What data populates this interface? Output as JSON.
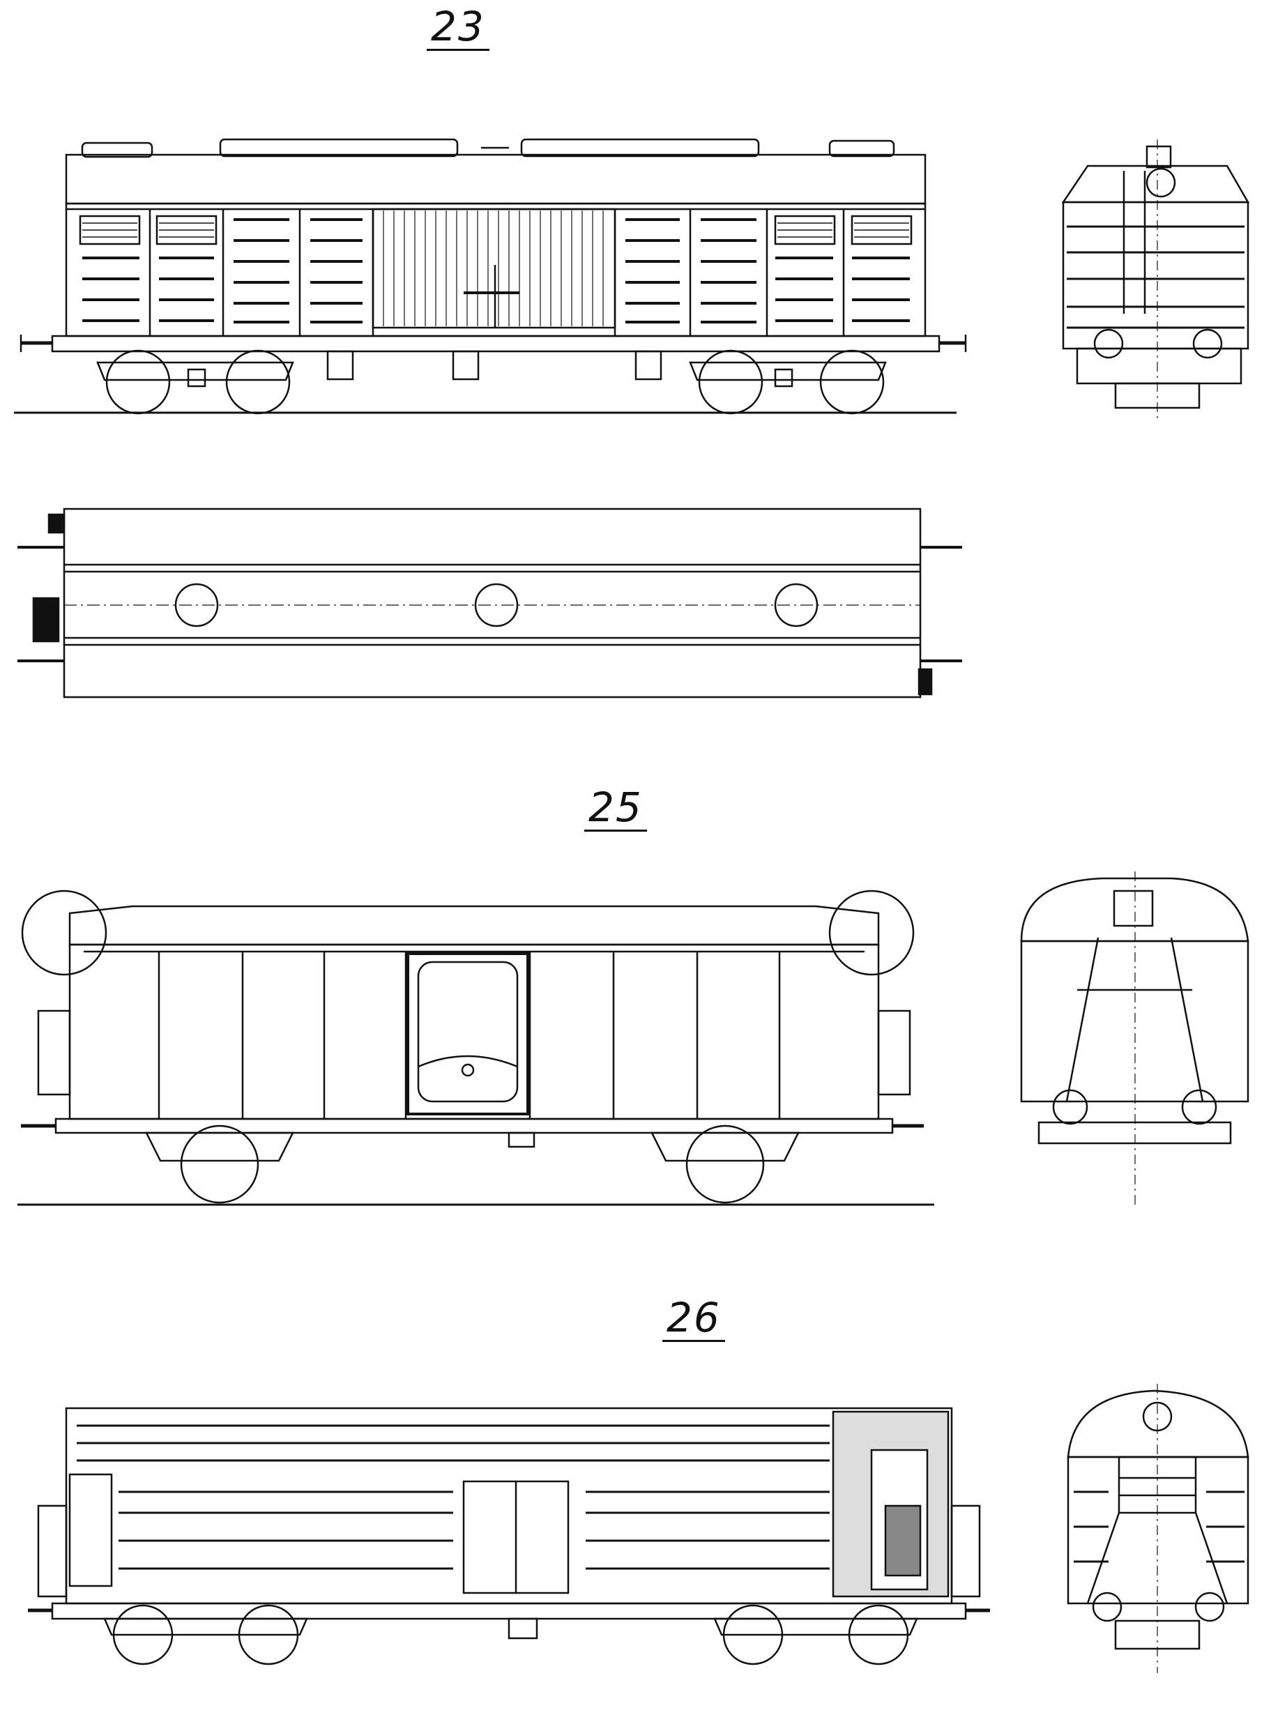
{
  "sheet": {
    "figures": [
      {
        "number": "23"
      },
      {
        "number": "25"
      },
      {
        "number": "26"
      }
    ]
  },
  "colors": {
    "ink": "#111111",
    "paper": "#ffffff"
  }
}
